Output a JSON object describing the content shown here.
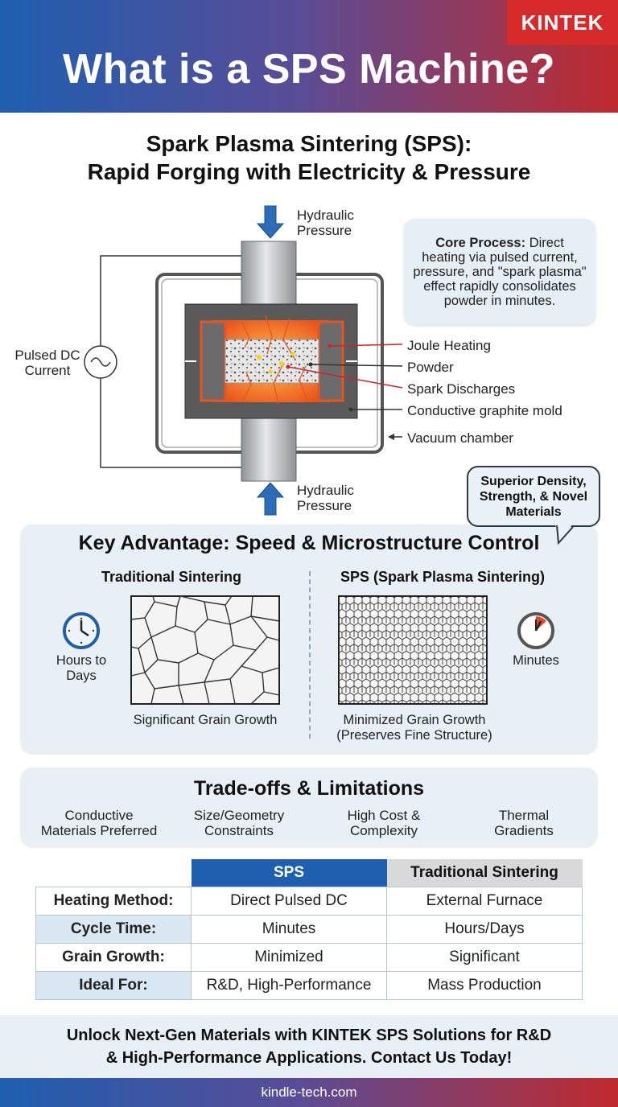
{
  "header": {
    "brand": "KINTEK",
    "title": "What is a SPS Machine?"
  },
  "subtitle": {
    "line1": "Spark Plasma Sintering (SPS):",
    "line2": "Rapid Forging with Electricity & Pressure"
  },
  "diagram": {
    "hydraulic_top": [
      "Hydraulic",
      "Pressure"
    ],
    "hydraulic_bottom": [
      "Hydraulic",
      "Pressure"
    ],
    "current_label": [
      "Pulsed DC",
      "Current"
    ],
    "callouts": {
      "joule": "Joule Heating",
      "powder": "Powder",
      "spark": "Spark Discharges",
      "mold": "Conductive graphite mold",
      "vacuum": "Vacuum chamber"
    },
    "core_box": {
      "bold": "Core Process:",
      "text": " Direct heating via pulsed current, pressure, and \"spark plasma\" effect rapidly consolidates powder in minutes."
    },
    "bubble": "Superior Density, Strength, & Novel Materials",
    "colors": {
      "hot": "#f26a22",
      "arrow": "#2d6db5",
      "graphite": "#555555",
      "piston": "#b8bcc0"
    }
  },
  "advantage": {
    "title": "Key Advantage: Speed & Microstructure Control",
    "traditional": {
      "heading": "Traditional Sintering",
      "time": [
        "Hours to",
        "Days"
      ],
      "caption": "Significant Grain Growth"
    },
    "sps": {
      "heading": "SPS (Spark Plasma Sintering)",
      "time": "Minutes",
      "caption": [
        "Minimized Grain Growth",
        "(Preserves Fine Structure)"
      ]
    }
  },
  "tradeoffs": {
    "title": "Trade-offs & Limitations",
    "items": [
      [
        "Conductive",
        "Materials Preferred"
      ],
      [
        "Size/Geometry",
        "Constraints"
      ],
      [
        "High Cost &",
        "Complexity"
      ],
      [
        "Thermal",
        "Gradients"
      ]
    ]
  },
  "comparison": {
    "col_sps": "SPS",
    "col_traditional": "Traditional Sintering",
    "rows": [
      {
        "label": "Heating Method:",
        "sps": "Direct Pulsed DC",
        "traditional": "External Furnace"
      },
      {
        "label": "Cycle Time:",
        "sps": "Minutes",
        "traditional": "Hours/Days"
      },
      {
        "label": "Grain Growth:",
        "sps": "Minimized",
        "traditional": "Significant"
      },
      {
        "label": "Ideal For:",
        "sps": "R&D, High-Performance",
        "traditional": "Mass Production"
      }
    ]
  },
  "cta": {
    "line1": "Unlock Next-Gen Materials with KINTEK SPS Solutions for R&D",
    "line2": "& High-Performance Applications. Contact Us Today!"
  },
  "footer": "kindle-tech.com"
}
